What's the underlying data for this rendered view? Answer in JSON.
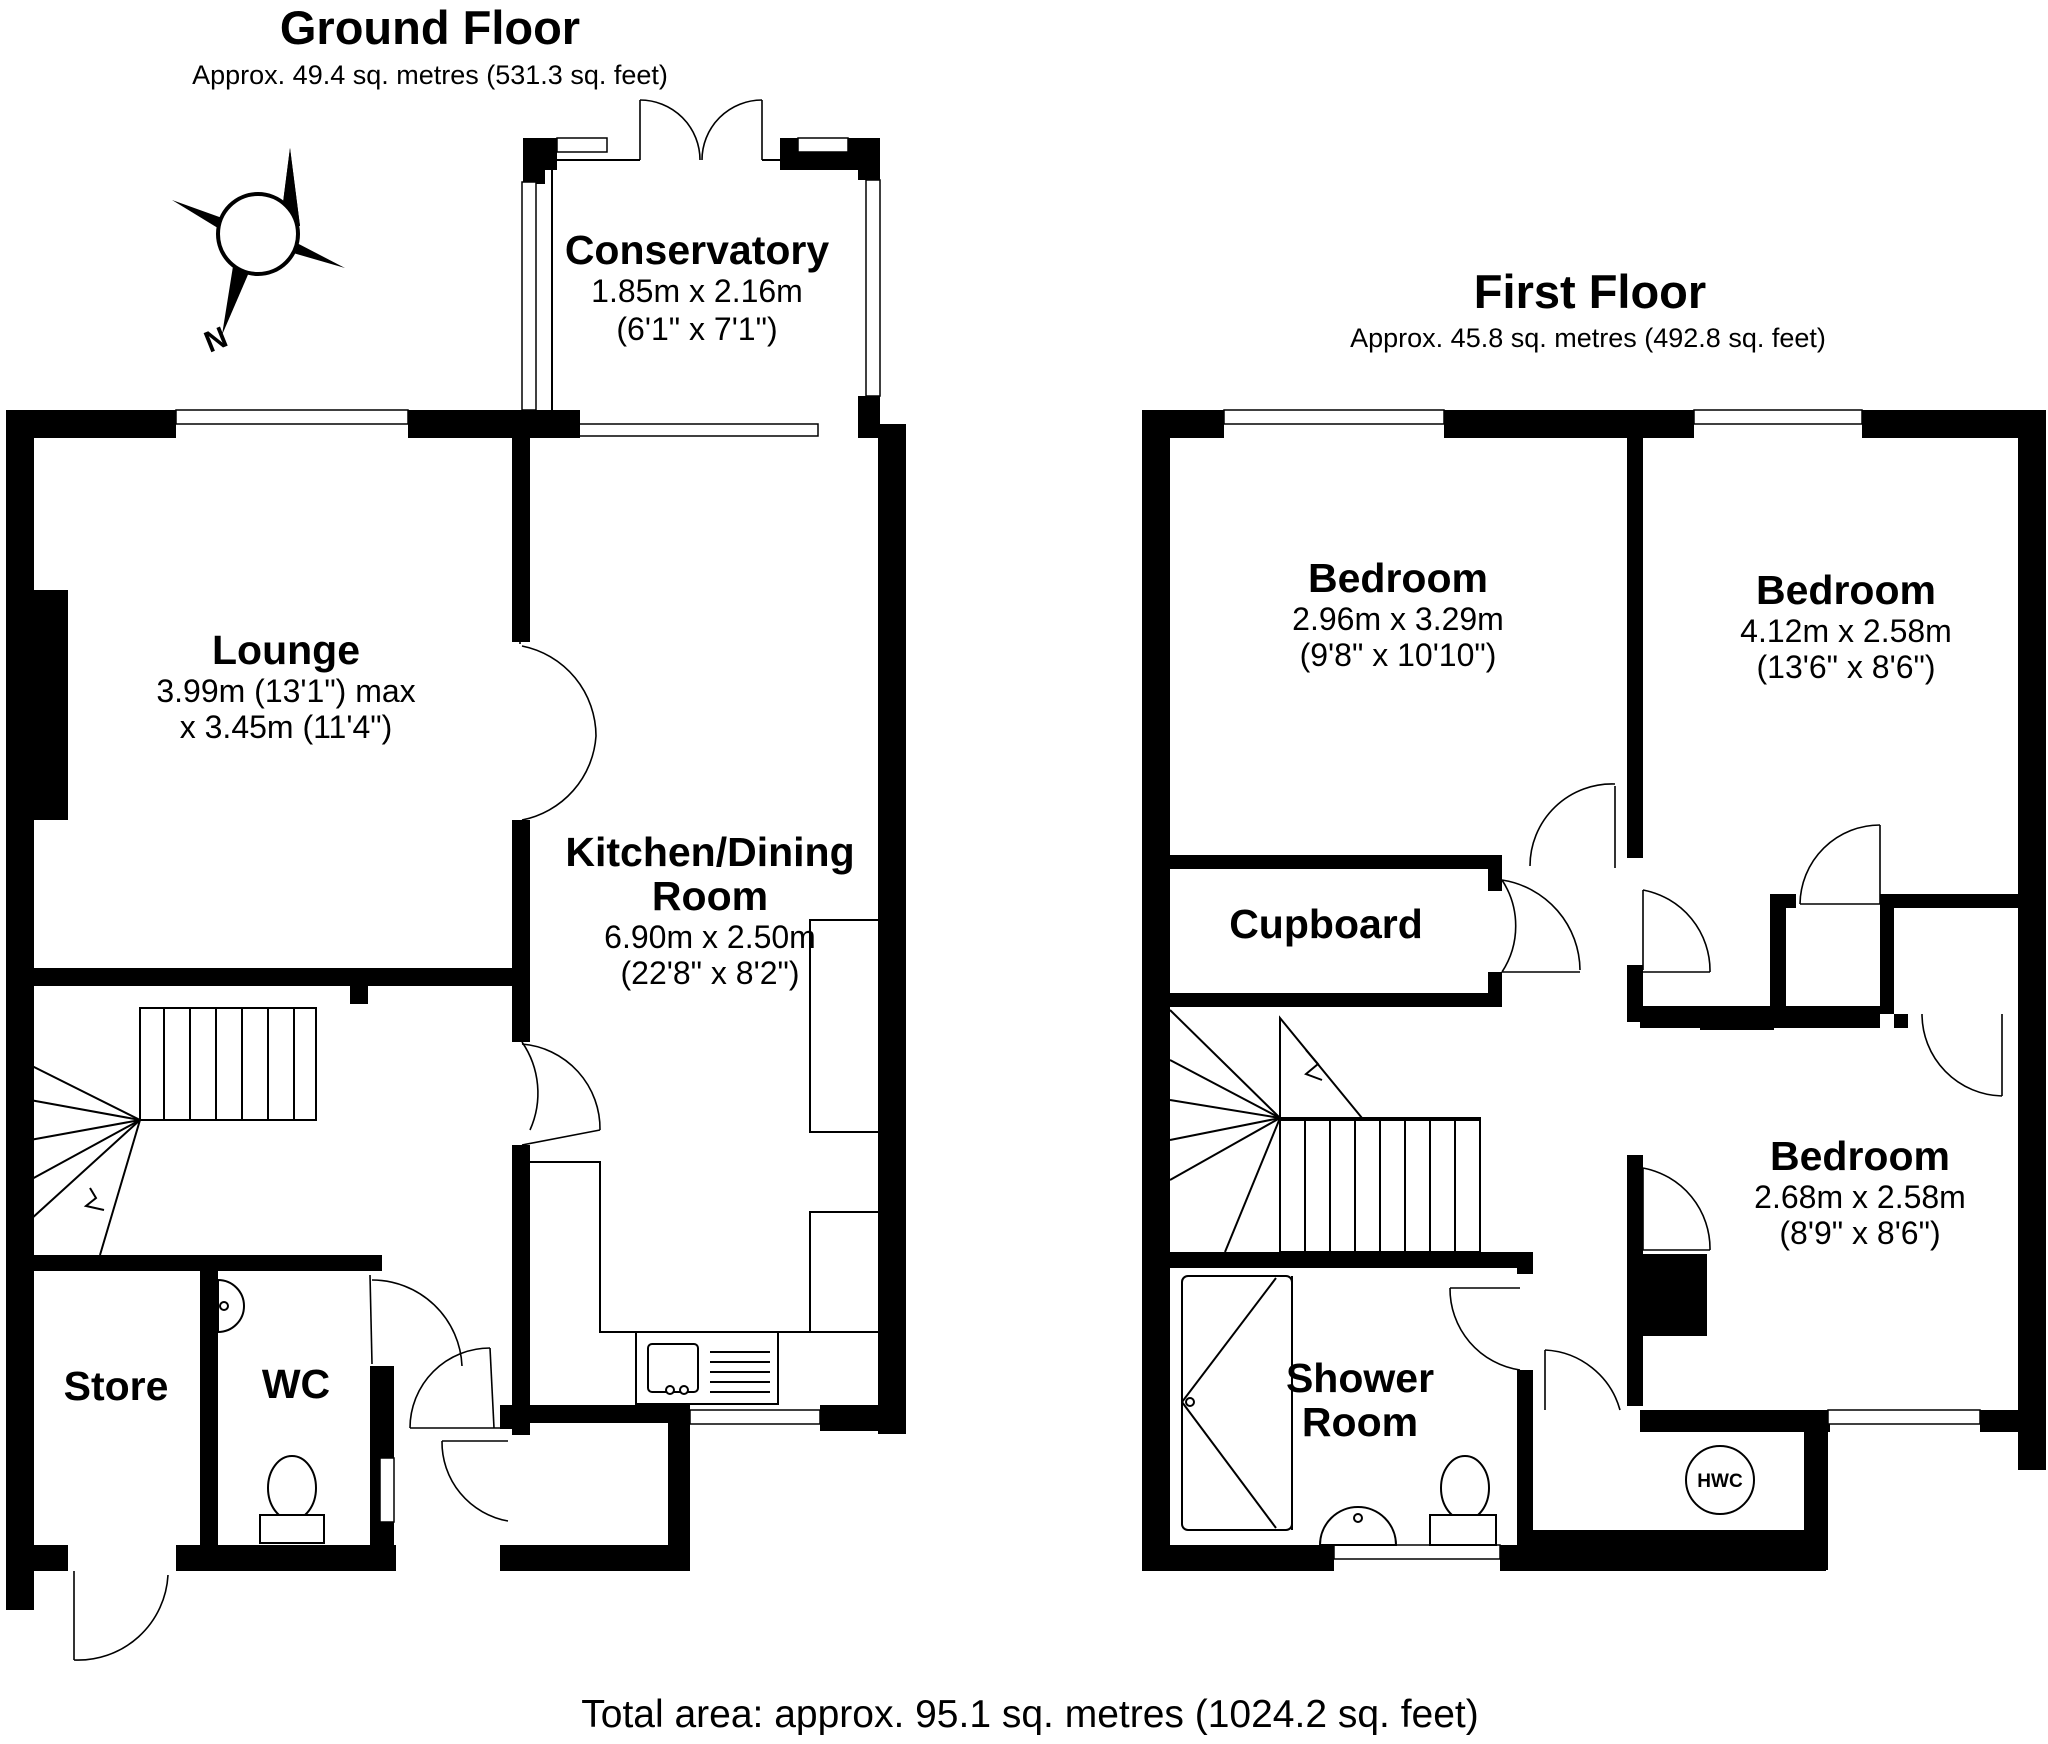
{
  "ground_floor": {
    "title": "Ground Floor",
    "area": "Approx. 49.4 sq. metres (531.3 sq. feet)",
    "rooms": {
      "conservatory": {
        "name": "Conservatory",
        "dim1": "1.85m x 2.16m",
        "dim2": "(6'1\" x 7'1\")"
      },
      "lounge": {
        "name": "Lounge",
        "dim1": "3.99m (13'1\") max",
        "dim2": "x 3.45m (11'4\")"
      },
      "kitchen": {
        "name_line1": "Kitchen/Dining",
        "name_line2": "Room",
        "dim1": "6.90m x 2.50m",
        "dim2": "(22'8\" x 8'2\")"
      },
      "store": {
        "name": "Store"
      },
      "wc": {
        "name": "WC"
      }
    }
  },
  "first_floor": {
    "title": "First Floor",
    "area": "Approx. 45.8 sq. metres (492.8 sq. feet)",
    "rooms": {
      "bedroom1": {
        "name": "Bedroom",
        "dim1": "2.96m x 3.29m",
        "dim2": "(9'8\" x 10'10\")"
      },
      "bedroom2": {
        "name": "Bedroom",
        "dim1": "4.12m x 2.58m",
        "dim2": "(13'6\" x 8'6\")"
      },
      "bedroom3": {
        "name": "Bedroom",
        "dim1": "2.68m x 2.58m",
        "dim2": "(8'9\" x 8'6\")"
      },
      "cupboard": {
        "name": "Cupboard"
      },
      "shower_room": {
        "name_line1": "Shower",
        "name_line2": "Room"
      },
      "hwc": {
        "label": "HWC"
      }
    }
  },
  "compass": {
    "north_label": "N",
    "icon": "compass-icon"
  },
  "total_area": "Total area: approx. 95.1 sq. metres (1024.2 sq. feet)"
}
